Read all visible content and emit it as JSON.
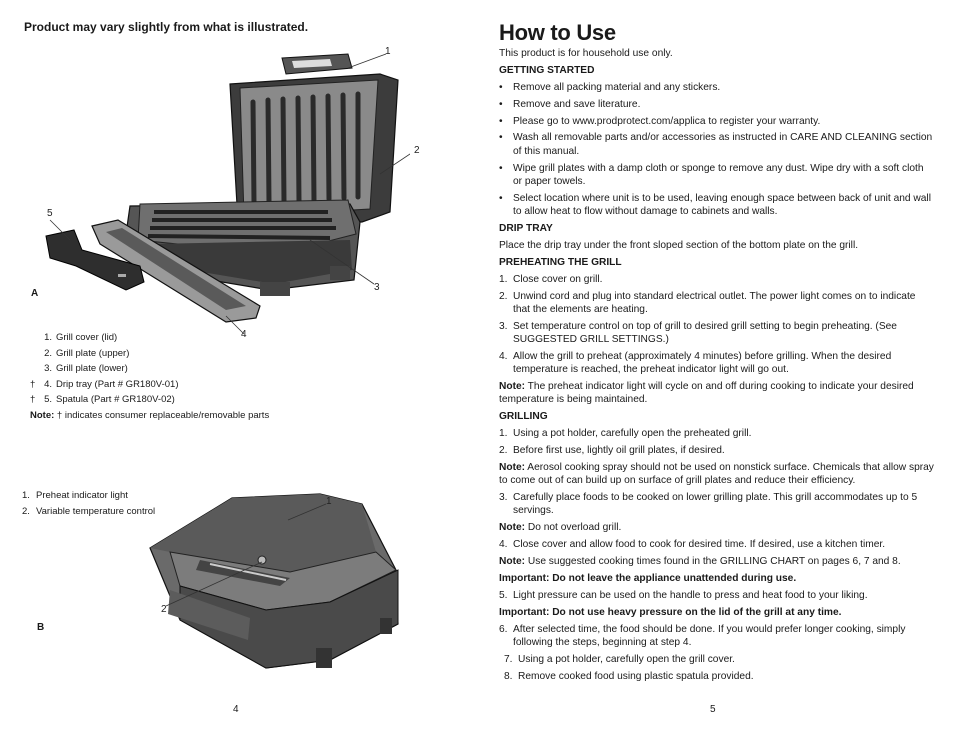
{
  "left_page": {
    "top_note": "Product may vary slightly from what is illustrated.",
    "figure_a": {
      "letter": "A",
      "callouts": [
        "1",
        "2",
        "3",
        "4",
        "5"
      ]
    },
    "parts": [
      {
        "mark": "",
        "num": "1.",
        "text": "Grill cover (lid)"
      },
      {
        "mark": "",
        "num": "2.",
        "text": "Grill plate (upper)"
      },
      {
        "mark": "",
        "num": "3.",
        "text": "Grill plate (lower)"
      },
      {
        "mark": "†",
        "num": "4.",
        "text": "Drip tray (Part # GR180V-01)"
      },
      {
        "mark": "†",
        "num": "5.",
        "text": "Spatula (Part # GR180V-02)"
      }
    ],
    "parts_note_label": "Note:",
    "parts_note_text": " † indicates consumer replaceable/removable parts",
    "controls": [
      {
        "num": "1.",
        "text": "Preheat indicator light"
      },
      {
        "num": "2.",
        "text": "Variable temperature control"
      }
    ],
    "figure_b": {
      "letter": "B",
      "callouts": [
        "1",
        "2"
      ]
    },
    "page_number": "4"
  },
  "right_page": {
    "title": "How to Use",
    "intro": "This product is for household use only.",
    "getting_started": {
      "heading": "GETTING STARTED",
      "items": [
        "Remove all packing material and any stickers.",
        "Remove and save literature.",
        "Please go to www.prodprotect.com/applica to register your warranty.",
        "Wash all removable parts and/or accessories as instructed in CARE AND CLEANING section of this manual.",
        "Wipe grill plates with a damp cloth or sponge to remove any dust. Wipe dry with a soft cloth or paper towels.",
        "Select location where unit is to be used, leaving enough space between back of unit and wall to allow heat to flow without damage to cabinets and walls."
      ]
    },
    "drip_tray": {
      "heading": "DRIP TRAY",
      "text": "Place the drip tray under the front sloped section of the bottom plate on the grill."
    },
    "preheating": {
      "heading": "PREHEATING THE GRILL",
      "items": [
        {
          "num": "1.",
          "text": "Close cover on grill."
        },
        {
          "num": "2.",
          "text": "Unwind cord and plug into standard electrical outlet. The power light comes on to indicate that the elements are heating."
        },
        {
          "num": "3.",
          "text": "Set temperature control on top of grill to desired grill setting to begin preheating. (See SUGGESTED GRILL SETTINGS.)"
        },
        {
          "num": "4.",
          "text": "Allow the grill to preheat (approximately 4 minutes) before grilling. When the desired temperature is reached, the preheat indicator light will go out."
        }
      ],
      "note_label": "Note:",
      "note_text": " The preheat indicator light will cycle on and off during cooking to indicate your desired temperature is being maintained."
    },
    "grilling": {
      "heading": "GRILLING",
      "items_a": [
        {
          "num": "1.",
          "text": "Using a pot holder, carefully open the preheated grill."
        },
        {
          "num": "2.",
          "text": "Before first use, lightly oil grill plates, if desired."
        }
      ],
      "note1_label": "Note:",
      "note1_text": "  Aerosol cooking spray should not be used on nonstick surface. Chemicals that allow spray to come out of can build up on surface of grill plates and reduce their efficiency.",
      "item3": {
        "num": "3.",
        "text": "Carefully place foods to be cooked on lower grilling plate. This grill accommodates up to 5 servings."
      },
      "note2_label": "Note:",
      "note2_text": "  Do not overload grill.",
      "item4": {
        "num": "4.",
        "text": "Close cover and allow food to cook for desired time. If desired, use a kitchen timer."
      },
      "note3_label": "Note:",
      "note3_text": "  Use suggested cooking times found in the GRILLING CHART on pages 6, 7 and 8.",
      "important1": "Important:  Do not leave the appliance unattended during use.",
      "item5": {
        "num": "5.",
        "text": "Light pressure can be used on the handle to press and heat food to your liking."
      },
      "important2": "Important: Do not use heavy pressure on the lid of the grill at any time.",
      "item6": {
        "num": "6.",
        "text": "After selected time, the food should be done. If you would prefer longer cooking, simply following the steps, beginning at step 4."
      },
      "item7": {
        "num": "7.",
        "text": "Using a pot holder, carefully open the grill cover."
      },
      "item8": {
        "num": "8.",
        "text": "Remove cooked food using plastic spatula provided."
      }
    },
    "page_number": "5"
  }
}
